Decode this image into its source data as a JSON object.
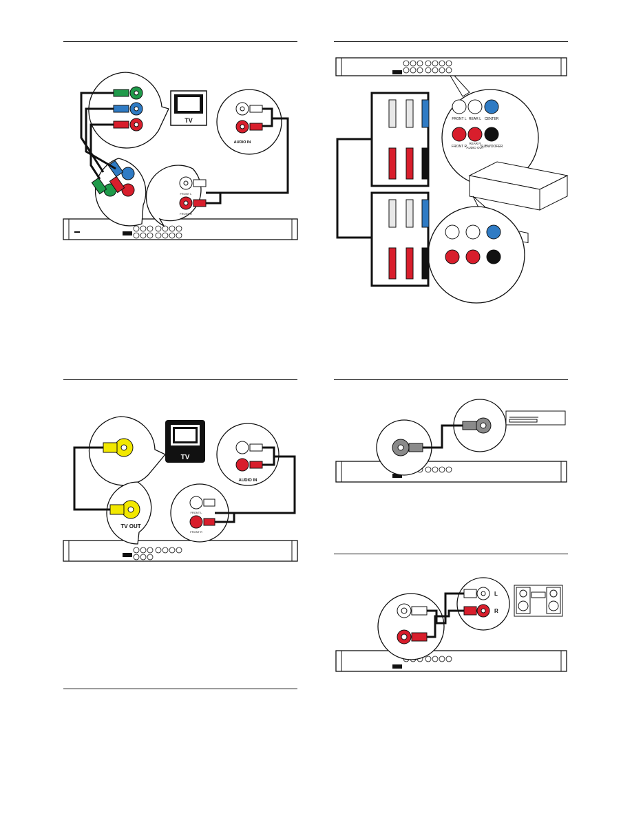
{
  "fig1": {
    "tv_label": "TV",
    "audio_in_label": "AUDIO IN",
    "front_l_label": "FRONT L",
    "front_r_label": "FRONT R"
  },
  "fig2": {
    "port_labels": {
      "front_l": "FRONT L",
      "rear_l": "REAR L",
      "center": "CENTER",
      "front_r": "FRONT R",
      "rear_r": "REAR R",
      "audio_out": "AUDIO OUT",
      "subwoofer": "SUBWOOFER"
    }
  },
  "fig3": {
    "tv_label": "TV",
    "audio_in_label": "AUDIO IN",
    "tv_out_label": "TV OUT",
    "front_l_label": "FRONT L",
    "front_r_label": "FRONT R"
  },
  "fig5": {
    "l_label": "L",
    "r_label": "R"
  },
  "colors": {
    "green": "#1f9a4a",
    "blue": "#2f7bc4",
    "red": "#d81e2c",
    "yellow": "#f2e800",
    "white": "#ffffff",
    "black": "#111111",
    "grey": "#8a8a8a"
  }
}
